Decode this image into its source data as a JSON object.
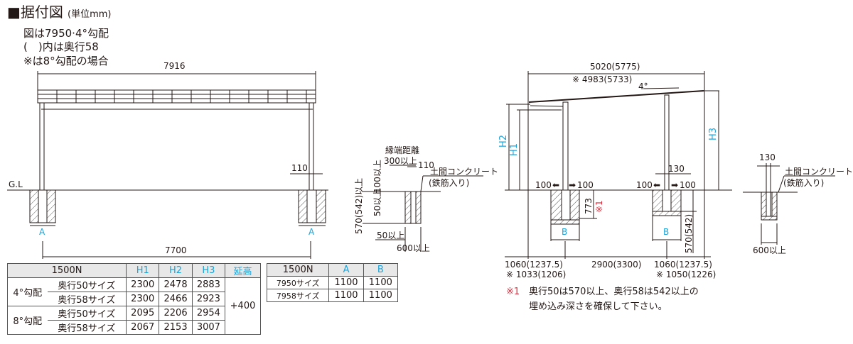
{
  "title": {
    "main": "■据付図",
    "unit": "(単位mm)"
  },
  "notes": [
    "図は7950·4°勾配",
    "(　)内は奥行58",
    "※は8°勾配の場合"
  ],
  "front_view": {
    "width": "7916",
    "post_width": "110",
    "gl": "G.L",
    "span": "7700",
    "footing_label": "A"
  },
  "detail_left": {
    "edge_distance": "縁端距離",
    "edge_min": "300以上",
    "post": "110",
    "concrete": "土間コンクリート",
    "rebar": "(鉄筋入り)",
    "depth": "570(542)以上",
    "top_min": "100以上",
    "side_min": "50以上",
    "bottom_min": "50以上",
    "width_min": "600以上"
  },
  "side_view": {
    "depth": "5020(5775)",
    "depth_alt": "※ 4983(5733)",
    "angle": "4°",
    "h1": "H1",
    "h2": "H2",
    "h3": "H3",
    "clear_left_l": "100",
    "clear_left_r": "100",
    "clear_right_l": "100",
    "clear_right_r": "100",
    "post": "130",
    "embed": "773",
    "embed_note": "※1",
    "embed_right": "570(542)",
    "footing_label": "B",
    "front_overhang": "1060(1237.5)",
    "front_overhang_alt": "※ 1033(1206)",
    "post_span": "2900(3300)",
    "rear_overhang": "1060(1237.5)",
    "rear_overhang_alt": "※ 1050(1226)"
  },
  "detail_right": {
    "post": "130",
    "concrete": "土間コンクリート",
    "rebar": "(鉄筋入り)",
    "width_min": "600以上"
  },
  "footnote": {
    "mark": "※1",
    "line1": "奥行50は570以上、奥行58は542以上の",
    "line2": "埋め込み深さを確保して下さい。"
  },
  "height_table": {
    "headers": [
      "1500N",
      "H1",
      "H2",
      "H3",
      "延高"
    ],
    "extension": "+400",
    "groups": [
      {
        "slope": "4°勾配",
        "rows": [
          {
            "size": "奥行50サイズ",
            "h1": "2300",
            "h2": "2478",
            "h3": "2883"
          },
          {
            "size": "奥行58サイズ",
            "h1": "2300",
            "h2": "2466",
            "h3": "2923"
          }
        ]
      },
      {
        "slope": "8°勾配",
        "rows": [
          {
            "size": "奥行50サイズ",
            "h1": "2095",
            "h2": "2206",
            "h3": "2954"
          },
          {
            "size": "奥行58サイズ",
            "h1": "2067",
            "h2": "2153",
            "h3": "3007"
          }
        ]
      }
    ]
  },
  "footing_table": {
    "headers": [
      "1500N",
      "A",
      "B"
    ],
    "rows": [
      {
        "size": "7950サイズ",
        "a": "1100",
        "b": "1100"
      },
      {
        "size": "7958サイズ",
        "a": "1100",
        "b": "1100"
      }
    ]
  },
  "colors": {
    "accent": "#1aa3d9",
    "note": "#e0303f",
    "line": "#231815"
  }
}
